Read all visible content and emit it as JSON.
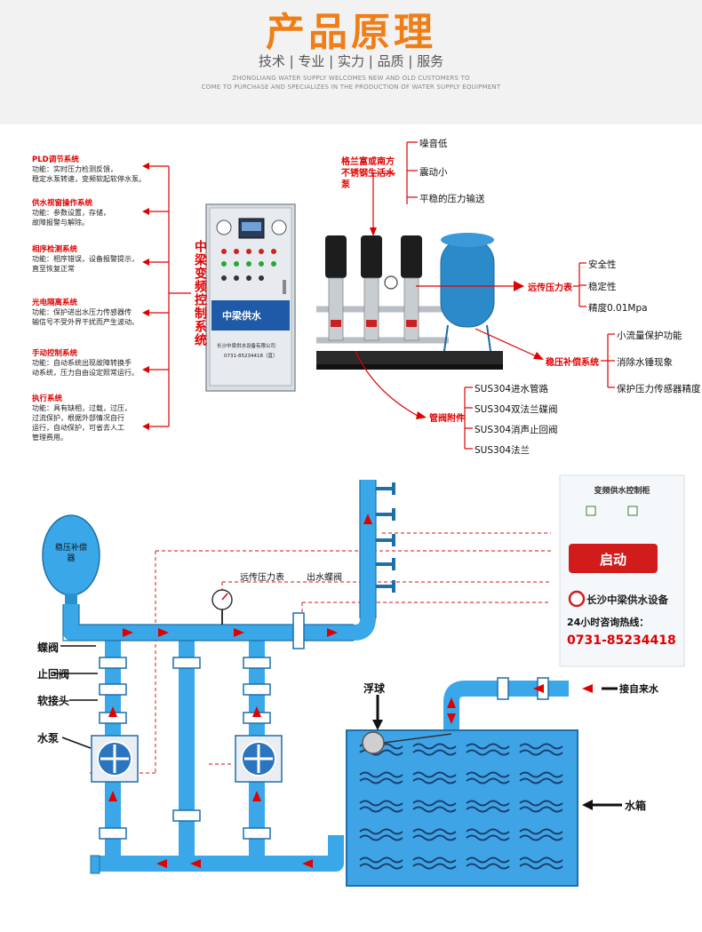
{
  "header": {
    "title": "产品原理",
    "tagline": "技术 | 专业 | 实力 | 品质 | 服务",
    "english_line1": "ZHONGLIANG WATER SUPPLY WELCOMES NEW AND OLD CUSTOMERS TO",
    "english_line2": "COME TO PURCHASE AND SPECIALIZES IN THE PRODUCTION OF WATER SUPPLY EQUIPMENT"
  },
  "left_features": [
    {
      "title": "PLD调节系统",
      "lines": [
        "功能：实时压力检测反馈，",
        "稳定水泵转速，变频软起软停水泵。"
      ]
    },
    {
      "title": "供水视窗操作系统",
      "lines": [
        "功能：参数设置，存储，",
        "故障报警与解除。"
      ]
    },
    {
      "title": "相序检测系统",
      "lines": [
        "功能：相序错误，设备报警提示，",
        "直至恢复正常"
      ]
    },
    {
      "title": "光电隔离系统",
      "lines": [
        "功能：保护进出水压力传感器传",
        "输信号不受外界干扰而产生波动。"
      ]
    },
    {
      "title": "手动控制系统",
      "lines": [
        "功能：自动系统出现故障转换手",
        "动系统，压力自由设定照常运行。"
      ]
    },
    {
      "title": "执行系统",
      "lines": [
        "功能：具有缺相，过载，过压，",
        "过流保护，根据外部情况自行",
        "运行，自动保护，可省去人工",
        "管理费用。"
      ]
    }
  ],
  "control_panel": {
    "vertical_label": "中梁变频控制系统",
    "brand": "中梁供水",
    "company": "长沙中梁供水设备有限公司",
    "phone": "0731-85234418（直）"
  },
  "pump_section": {
    "label": "格兰富或南方不锈钢生活水泵",
    "features": [
      "噪音低",
      "震动小",
      "平稳的压力输送"
    ]
  },
  "pressure_gauge_section": {
    "label": "远传压力表",
    "features": [
      "安全性",
      "稳定性",
      "精度0.01Mpa"
    ]
  },
  "tank_section": {
    "label": "稳压补偿系统",
    "features": [
      "小流量保护功能",
      "消除水锤现象",
      "保护压力传感器精度"
    ]
  },
  "valve_section": {
    "label": "管阀附件",
    "features": [
      "SUS304进水管路",
      "SUS304双法兰碟阀",
      "SUS304消声止回阀",
      "SUS304法兰"
    ]
  },
  "diagram": {
    "tank_label": "稳压补偿器",
    "gauge_label": "远传压力表",
    "outlet_valve_label": "出水蝶阀",
    "left_labels": [
      "蝶阀",
      "止回阀",
      "软接头",
      "水泵"
    ],
    "float_label": "浮球",
    "water_box_label": "水箱",
    "inlet_label": "接自来水",
    "cabinet": {
      "title": "变频供水控制柜",
      "start_button": "启动",
      "company": "长沙中梁供水设备",
      "hotline_label": "24小时咨询热线：",
      "hotline": "0731-85234418"
    }
  },
  "colors": {
    "accent_orange": "#f07e16",
    "red": "#e00000",
    "pipe_blue": "#3aa8e8",
    "water_blue": "#3fa4e6"
  }
}
